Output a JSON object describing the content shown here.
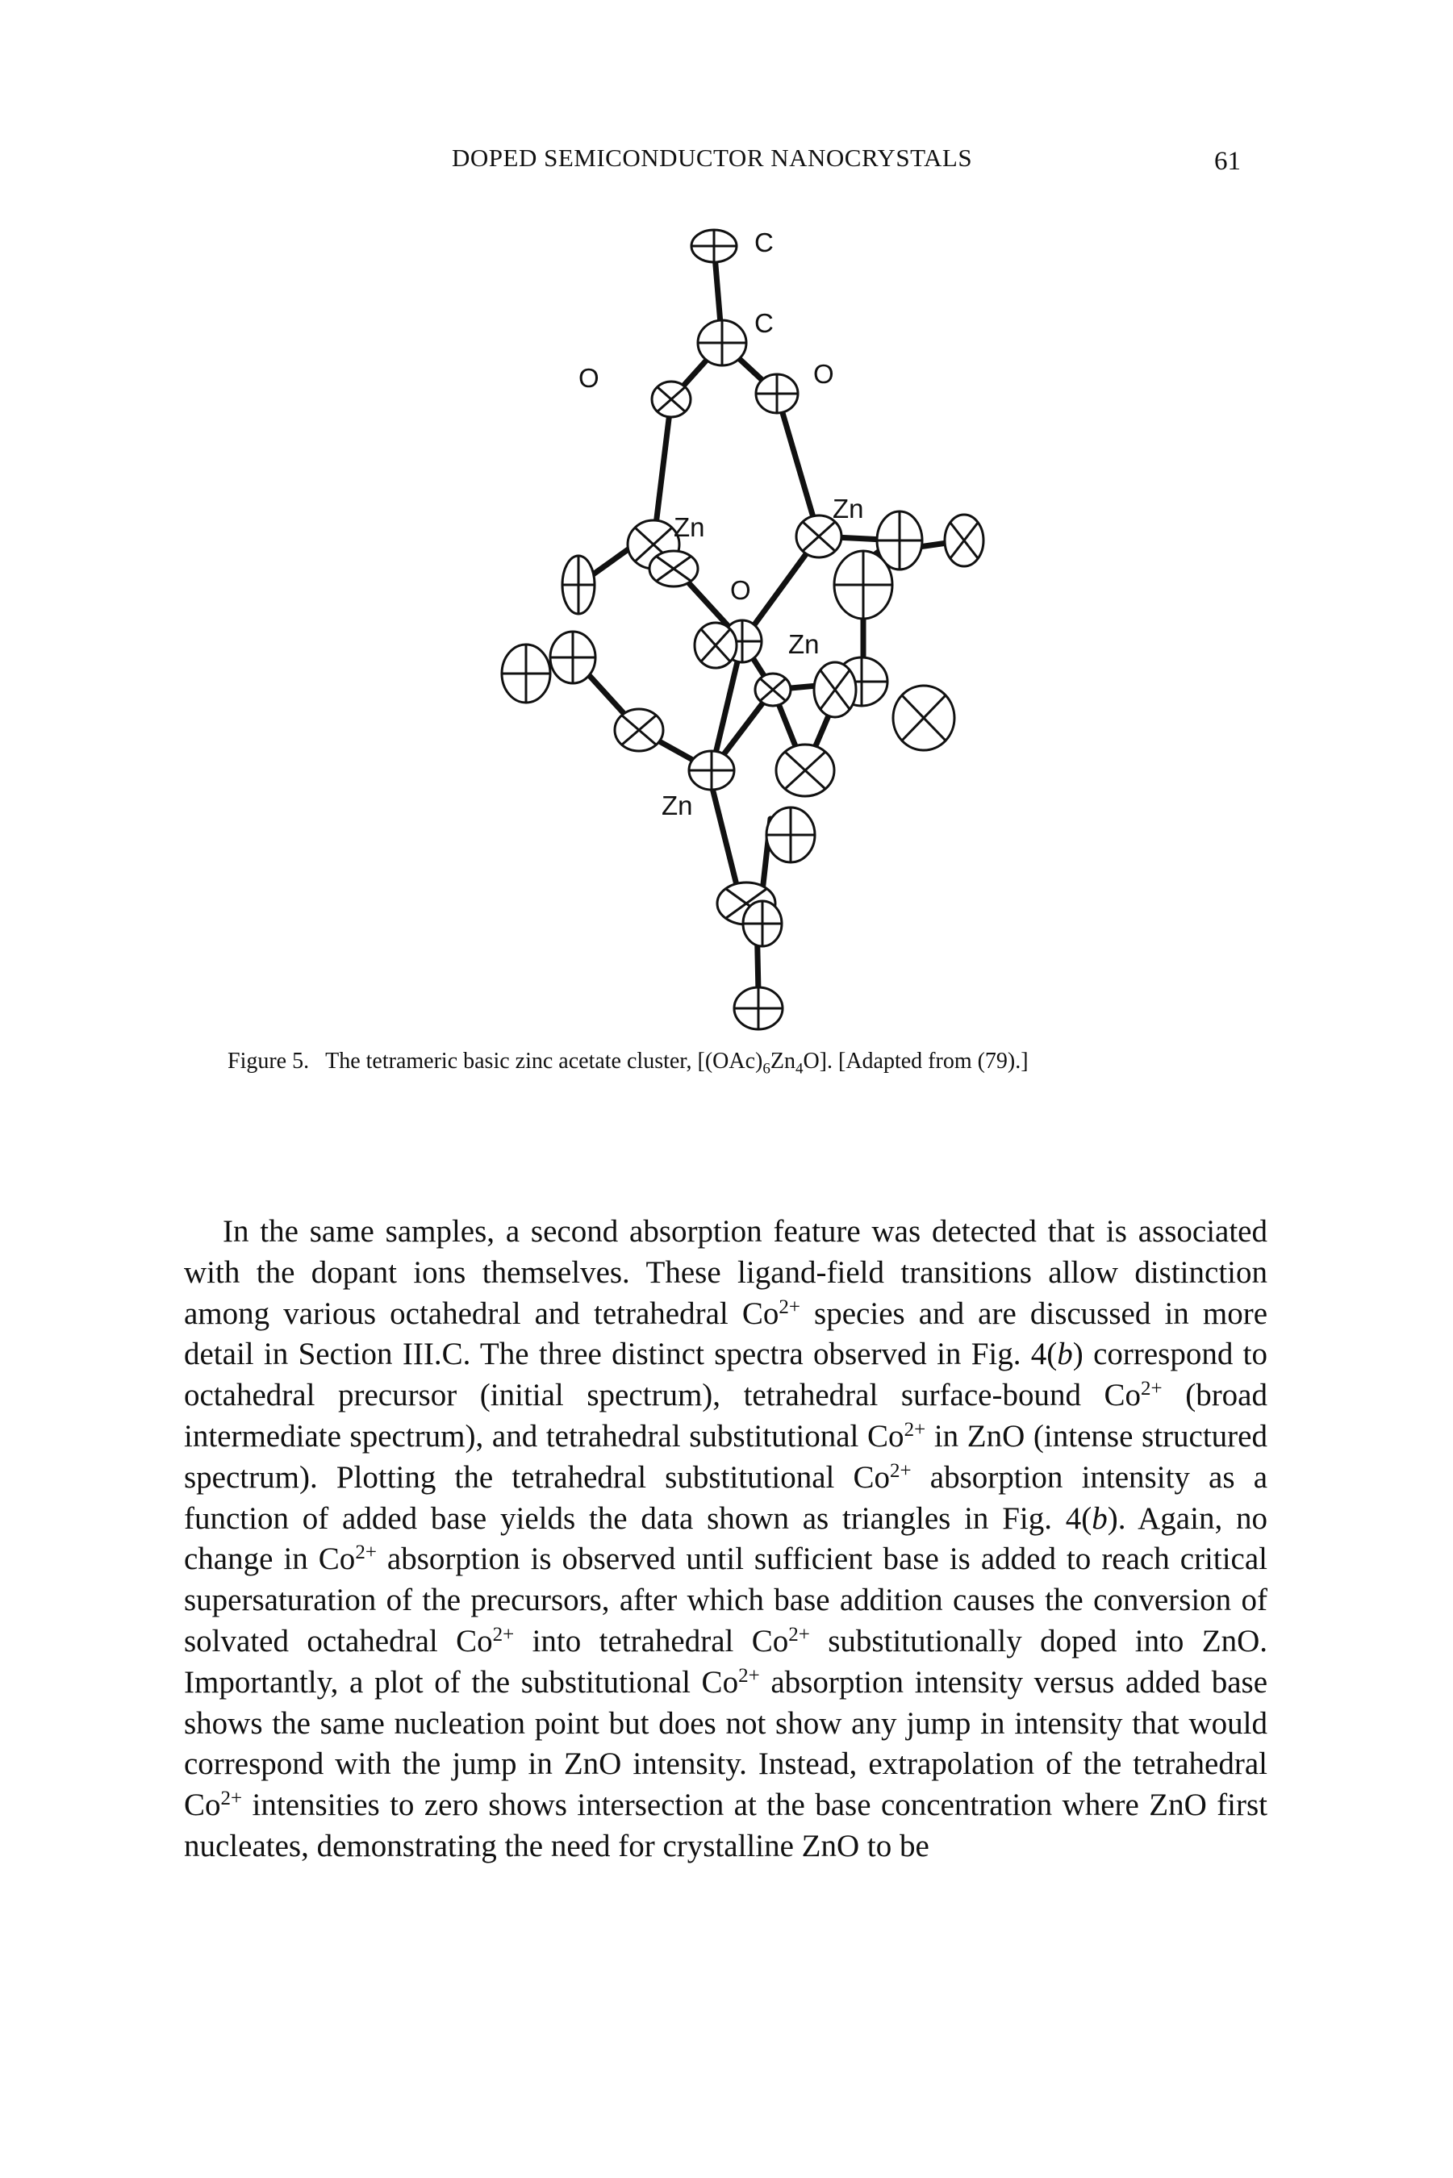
{
  "header": {
    "running_head": "DOPED SEMICONDUCTOR NANOCRYSTALS",
    "page_number": "61"
  },
  "figure": {
    "atom_labels": [
      "C",
      "C",
      "O",
      "O",
      "Zn",
      "Zn",
      "O",
      "Zn",
      "Zn"
    ],
    "caption_label": "Figure 5.",
    "caption_pre": "The tetrameric basic zinc acetate cluster, [(OAc)",
    "caption_sub1": "6",
    "caption_mid": "Zn",
    "caption_sub2": "4",
    "caption_post": "O]. [Adapted from (79).]"
  },
  "body": {
    "segments": [
      "In the same samples, a second absorption feature was detected that is associated with the dopant ions themselves. These ligand-field transitions allow distinction among various octahedral and tetrahedral Co",
      "2+",
      " species and are discussed in more detail in Section III.C. The three distinct spectra observed in Fig. 4(",
      "b",
      ") correspond to octahedral precursor (initial spectrum), tetrahedral surface-bound Co",
      "2+",
      " (broad intermediate spectrum), and tetrahedral substitutional Co",
      "2+",
      " in ZnO (intense structured spectrum). Plotting the tetrahedral substitutional Co",
      "2+",
      " absorption intensity as a function of added base yields the data shown as triangles in Fig. 4(",
      "b",
      "). Again, no change in Co",
      "2+",
      " absorption is observed until sufficient base is added to reach critical supersaturation of the precursors, after which base addition causes the conversion of solvated octahedral Co",
      "2+",
      " into tetrahedral Co",
      "2+",
      " substitutionally doped into ZnO. Importantly, a plot of the substitutional Co",
      "2+",
      " absorption intensity versus added base shows the same nucleation point but does not show any jump in intensity that would correspond with the jump in ZnO intensity. Instead, extrapolation of the tetrahedral Co",
      "2+",
      " intensities to zero shows intersection at the base concentration where ZnO first nucleates, demonstrating the need for crystalline ZnO to be"
    ]
  }
}
